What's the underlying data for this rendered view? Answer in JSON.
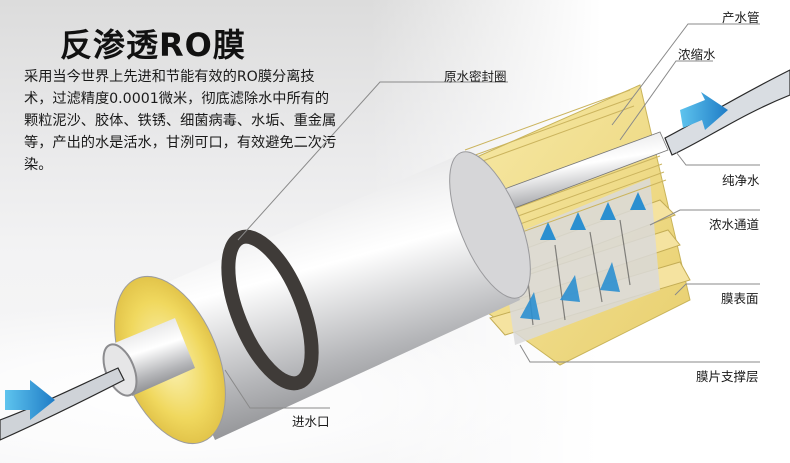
{
  "title": "反渗透RO膜",
  "description": "采用当今世界上先进和节能有效的RO膜分离技术，过滤精度0.0001微米，彻底滤除水中所有的颗粒泥沙、胶体、铁锈、细菌病毒、水垢、重金属等，产出的水是活水，甘洌可口，有效避免二次污染。",
  "labels": {
    "product_tube": "产水管",
    "concentrate": "浓缩水",
    "raw_water_seal": "原水密封圈",
    "pure_water": "纯净水",
    "concentrate_channel": "浓水通道",
    "membrane_surface": "膜表面",
    "membrane_support_layer": "膜片支撑层",
    "water_inlet": "进水口"
  },
  "colors": {
    "membrane_yellow": "#f2de8e",
    "tube_silver": "#c9cacc",
    "seal_dark": "#3f3b38",
    "arrow_blue": "#2b8fd0",
    "leader_line": "#8a8a8a"
  },
  "icons": {
    "inlet_arrow": "blue-arrow-right-icon",
    "outlet_arrow": "blue-arrow-right-icon",
    "flow_arrows": "blue-arrow-up-icon"
  }
}
